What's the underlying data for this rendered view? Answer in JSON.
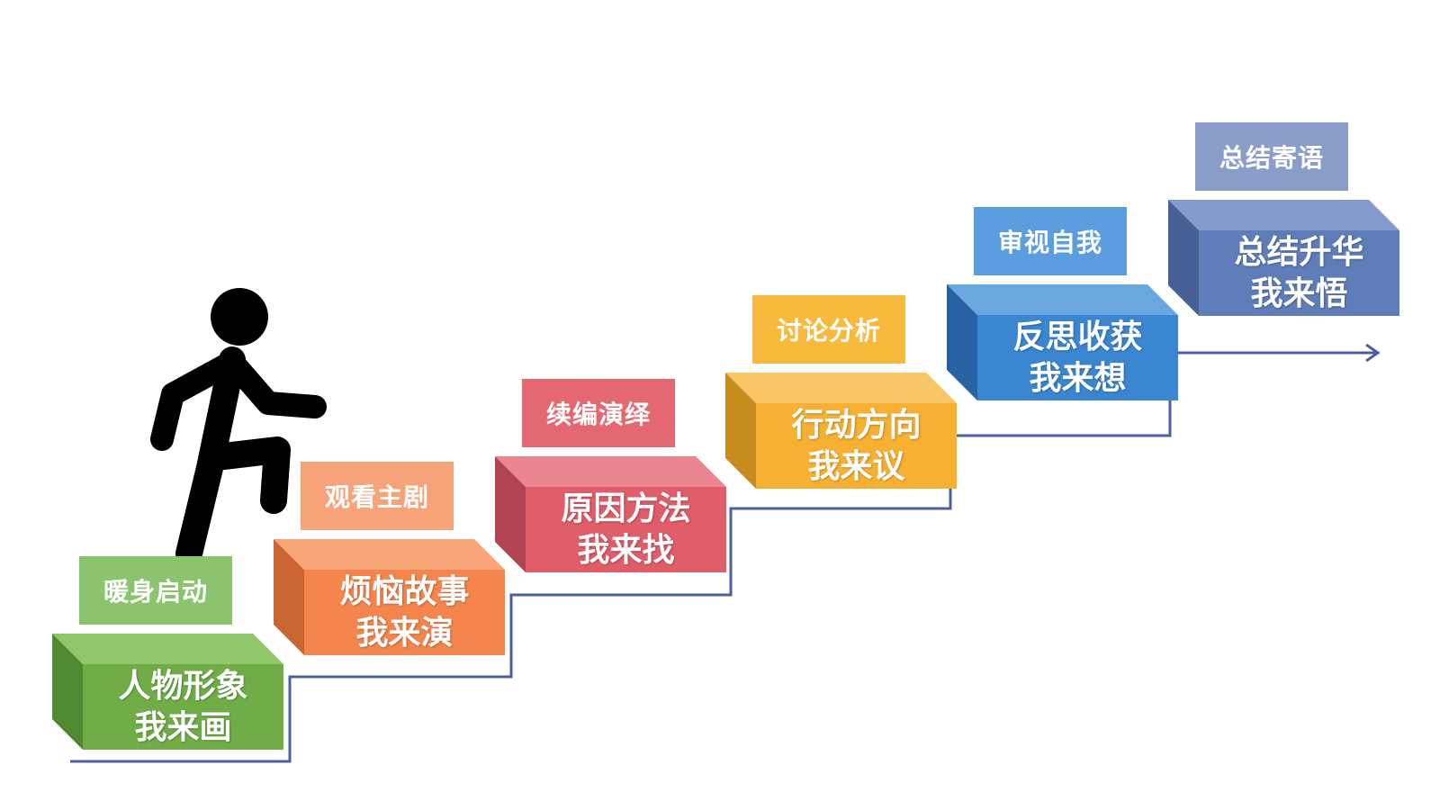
{
  "steps": [
    {
      "label": "暖身启动",
      "line1": "人物形象",
      "line2": "我来画",
      "front": "#70ad47",
      "top": "#8ec86a",
      "side": "#4f8a33",
      "tag": "#8cc36e"
    },
    {
      "label": "观看主剧",
      "line1": "烦恼故事",
      "line2": "我来演",
      "front": "#f4864d",
      "top": "#f8a57a",
      "side": "#c86530",
      "tag": "#f7a37a"
    },
    {
      "label": "续编演绎",
      "line1": "原因方法",
      "line2": "我来找",
      "front": "#e05d6a",
      "top": "#ea8690",
      "side": "#b24350",
      "tag": "#e46872"
    },
    {
      "label": "讨论分析",
      "line1": "行动方向",
      "line2": "我来议",
      "front": "#f6b132",
      "top": "#f9c665",
      "side": "#c78c1c",
      "tag": "#f8ba3d"
    },
    {
      "label": "审视自我",
      "line1": "反思收获",
      "line2": "我来想",
      "front": "#3b86d0",
      "top": "#6aa6e0",
      "side": "#2862a4",
      "tag": "#5b9ee0"
    },
    {
      "label": "总结寄语",
      "line1": "总结升华",
      "line2": "我来悟",
      "front": "#5f7db8",
      "top": "#8499cc",
      "side": "#465f95",
      "tag": "#8a9dc8"
    }
  ],
  "colors": {
    "line": "#4a5f9c",
    "figure": "#000000"
  }
}
